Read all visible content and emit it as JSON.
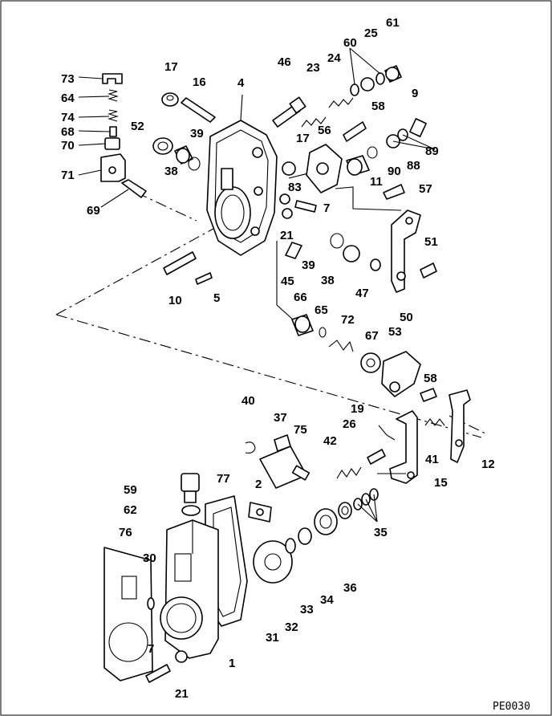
{
  "labels": [
    "73",
    "64",
    "74",
    "68",
    "70",
    "71",
    "69",
    "17",
    "16",
    "4",
    "46",
    "23",
    "24",
    "60",
    "25",
    "61",
    "52",
    "39",
    "38",
    "17",
    "56",
    "58",
    "9",
    "89",
    "88",
    "90",
    "11",
    "57",
    "83",
    "7",
    "21",
    "39",
    "38",
    "45",
    "47",
    "51",
    "50",
    "10",
    "5",
    "66",
    "65",
    "72",
    "67",
    "53",
    "58",
    "40",
    "37",
    "75",
    "19",
    "26",
    "42",
    "41",
    "12",
    "15",
    "2",
    "59",
    "62",
    "77",
    "76",
    "30",
    "35",
    "36",
    "34",
    "33",
    "32",
    "31",
    "7",
    "21",
    "1"
  ],
  "drawing_code": "PE0030"
}
